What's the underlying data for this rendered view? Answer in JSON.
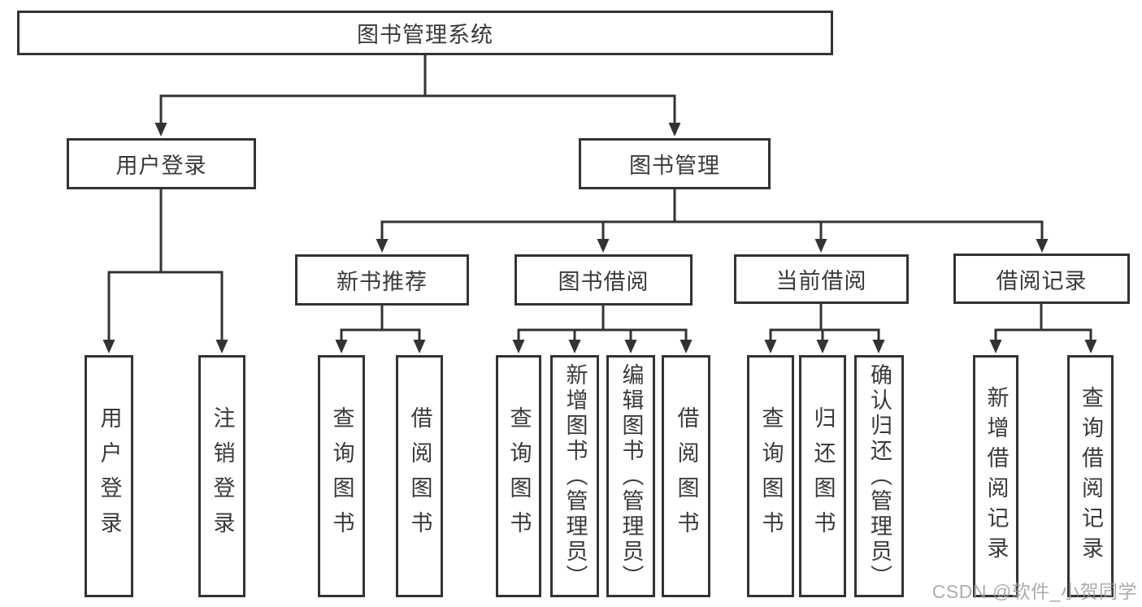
{
  "diagram_title": "图书管理系统",
  "watermark": {
    "text": "CSDN @软件_小贺同学"
  },
  "colors": {
    "line": "#333333",
    "text": "#3a3a3a",
    "box_background": "#ffffff",
    "watermark": "#9e9e9e"
  },
  "tree": {
    "label": "图书管理系统",
    "children": [
      {
        "label": "用户登录",
        "children": [
          {
            "label": "用户登录"
          },
          {
            "label": "注销登录"
          }
        ]
      },
      {
        "label": "图书管理",
        "children": [
          {
            "label": "新书推荐",
            "children": [
              {
                "label": "查询图书"
              },
              {
                "label": "借阅图书"
              }
            ]
          },
          {
            "label": "图书借阅",
            "children": [
              {
                "label": "查询图书"
              },
              {
                "label": "新增图书（管理员）"
              },
              {
                "label": "编辑图书（管理员）"
              },
              {
                "label": "借阅图书"
              }
            ]
          },
          {
            "label": "当前借阅",
            "children": [
              {
                "label": "查询图书"
              },
              {
                "label": "归还图书"
              },
              {
                "label": "确认归还（管理员）"
              }
            ]
          },
          {
            "label": "借阅记录",
            "children": [
              {
                "label": "新增借阅记录"
              },
              {
                "label": "查询借阅记录"
              }
            ]
          }
        ]
      }
    ]
  }
}
